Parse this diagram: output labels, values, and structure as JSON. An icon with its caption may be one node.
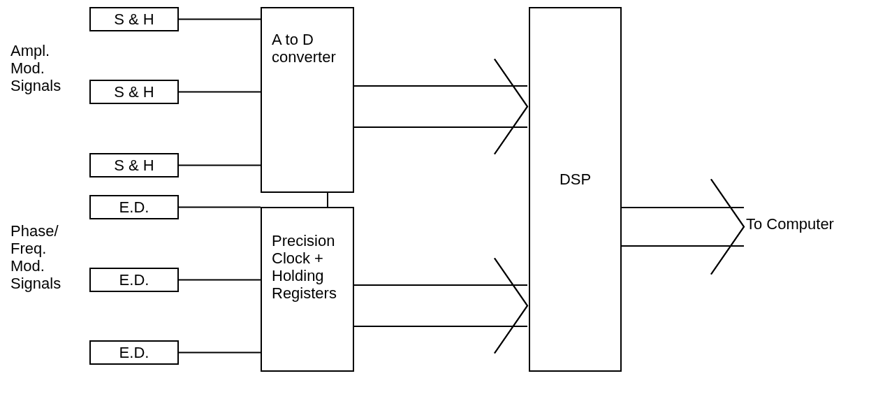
{
  "diagram": {
    "nodes": [
      {
        "text": [
          "S & H"
        ]
      },
      {
        "text": [
          "S & H"
        ]
      },
      {
        "text": [
          "S & H"
        ]
      },
      {
        "text": [
          "A to D converter"
        ]
      },
      {
        "text": [
          "E.D."
        ]
      },
      {
        "text": [
          "E.D."
        ]
      },
      {
        "text": [
          "E.D."
        ]
      },
      {
        "text": [
          "Precision Clock + Holding Registers"
        ]
      },
      {
        "text": [
          "DSP"
        ]
      },
      {
        "text": [
          "To Computer"
        ]
      }
    ],
    "edges": [
      {
        "from": 0,
        "to": 3,
        "arrow": "none"
      },
      {
        "from": 1,
        "to": 3,
        "arrow": "none"
      },
      {
        "from": 2,
        "to": 3,
        "arrow": "none"
      },
      {
        "from": 3,
        "to": 7,
        "arrow": "none"
      },
      {
        "from": 4,
        "to": 7,
        "arrow": "none"
      },
      {
        "from": 5,
        "to": 7,
        "arrow": "none"
      },
      {
        "from": 6,
        "to": 7,
        "arrow": "none"
      },
      {
        "from": 3,
        "to": 8,
        "arrow": "to"
      },
      {
        "from": 3,
        "to": 8,
        "arrow": "to"
      },
      {
        "from": 7,
        "to": 8,
        "arrow": "to"
      },
      {
        "from": 7,
        "to": 8,
        "arrow": "to"
      },
      {
        "from": 8,
        "to": 9,
        "arrow": "to"
      },
      {
        "from": 8,
        "to": 9,
        "arrow": "to"
      }
    ],
    "labels": [
      "Ampl. Mod. Signals",
      "Phase/ Freq. Mod. Signals"
    ]
  }
}
